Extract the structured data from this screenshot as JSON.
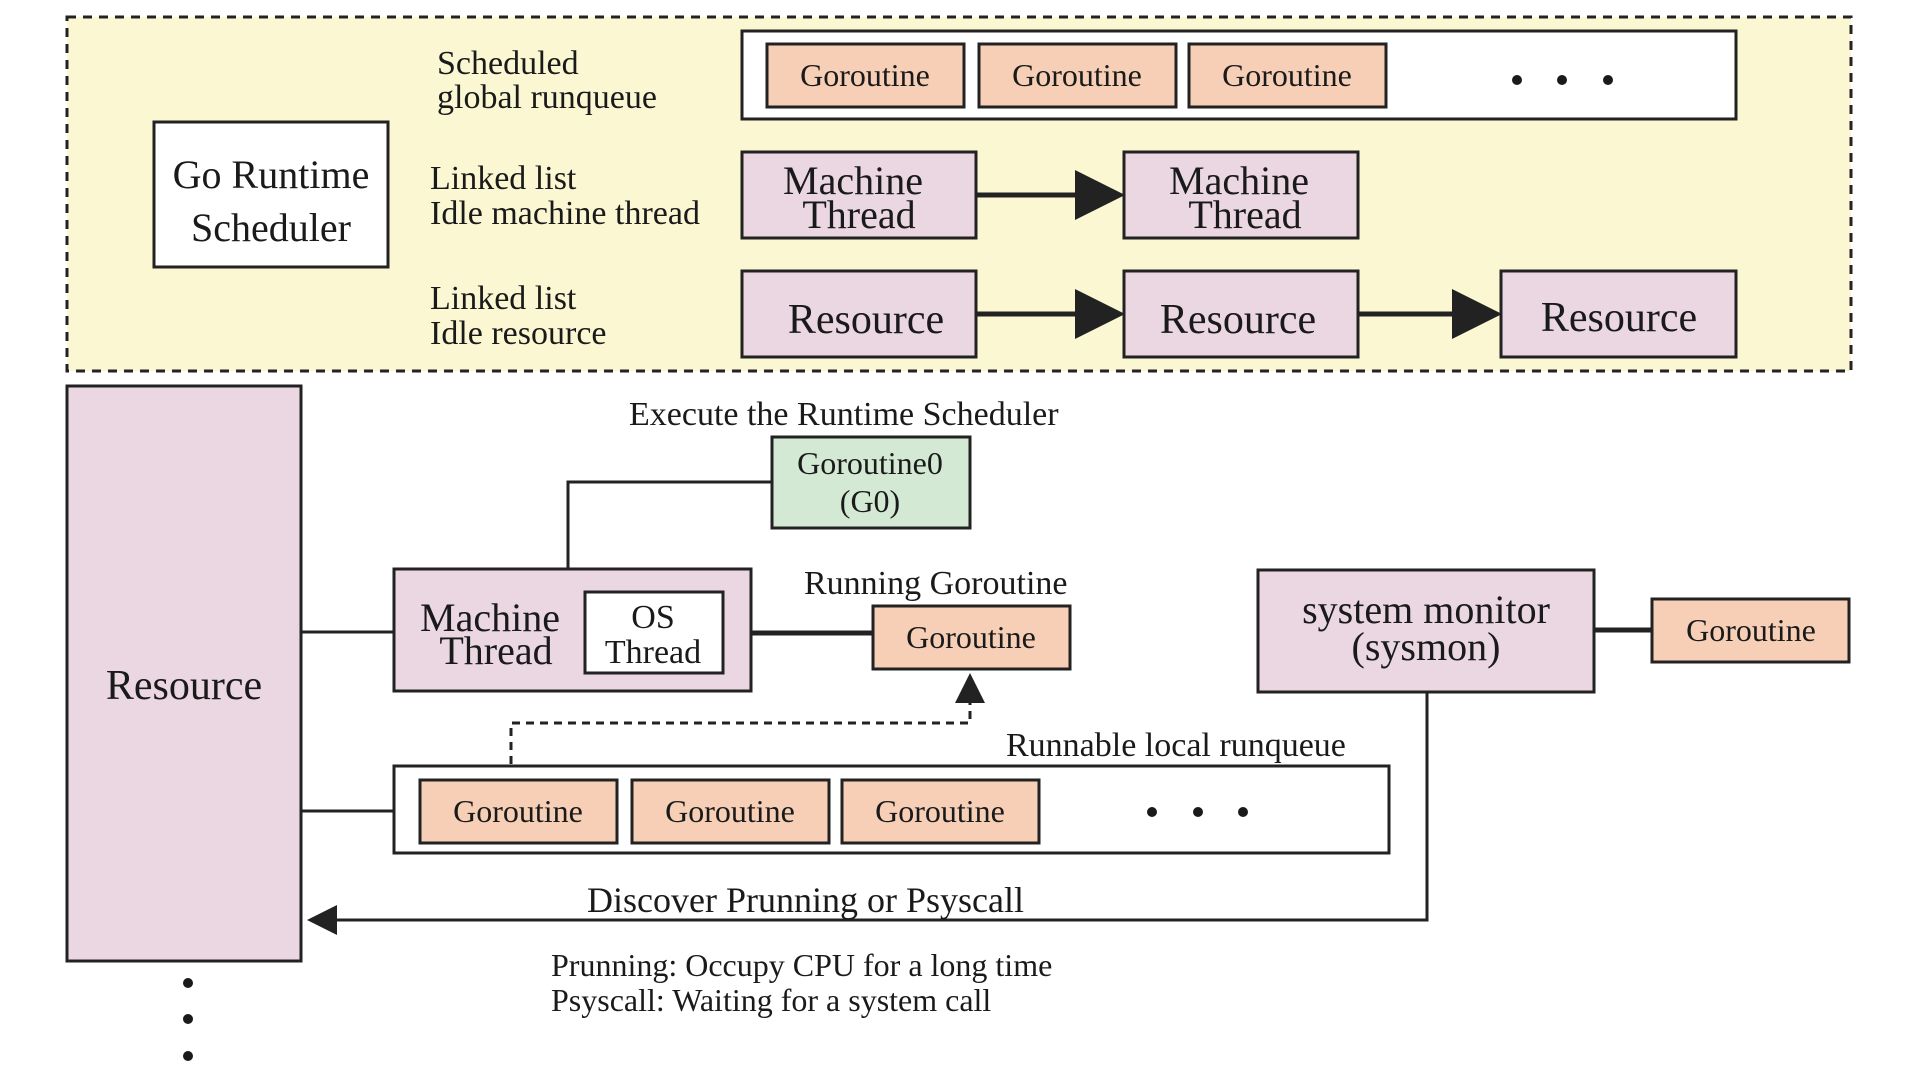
{
  "colors": {
    "panel_bg": "#fbf7d3",
    "resource_fill": "#ead7e1",
    "goroutine_fill": "#f6cfb6",
    "g0_fill": "#d3e9d3",
    "white_fill": "#ffffff",
    "stroke": "#222222"
  },
  "scheduler": {
    "title_line1": "Go Runtime",
    "title_line2": "Scheduler"
  },
  "global_queue": {
    "label_line1": "Scheduled",
    "label_line2": "global runqueue",
    "items": [
      "Goroutine",
      "Goroutine",
      "Goroutine"
    ]
  },
  "idle_machines": {
    "label_line1": "Linked list",
    "label_line2": "Idle machine thread",
    "items": [
      {
        "line1": "Machine",
        "line2": "Thread"
      },
      {
        "line1": "Machine",
        "line2": "Thread"
      }
    ]
  },
  "idle_resources": {
    "label_line1": "Linked list",
    "label_line2": "Idle resource",
    "items": [
      "Resource",
      "Resource",
      "Resource"
    ]
  },
  "resource_big": {
    "label": "Resource"
  },
  "g0": {
    "caption": "Execute the Runtime Scheduler",
    "line1": "Goroutine0",
    "line2": "(G0)"
  },
  "machine": {
    "line1": "Machine",
    "line2": "Thread",
    "os_line1": "OS",
    "os_line2": "Thread"
  },
  "running": {
    "caption": "Running Goroutine",
    "label": "Goroutine"
  },
  "local_queue": {
    "caption": "Runnable local runqueue",
    "items": [
      "Goroutine",
      "Goroutine",
      "Goroutine"
    ]
  },
  "sysmon": {
    "line1": "system monitor",
    "line2": "(sysmon)",
    "goroutine": "Goroutine"
  },
  "discover": {
    "label": "Discover Prunning or Psyscall",
    "note_line1": "Prunning: Occupy CPU for a long time",
    "note_line2": "Psyscall: Waiting for a system call"
  }
}
